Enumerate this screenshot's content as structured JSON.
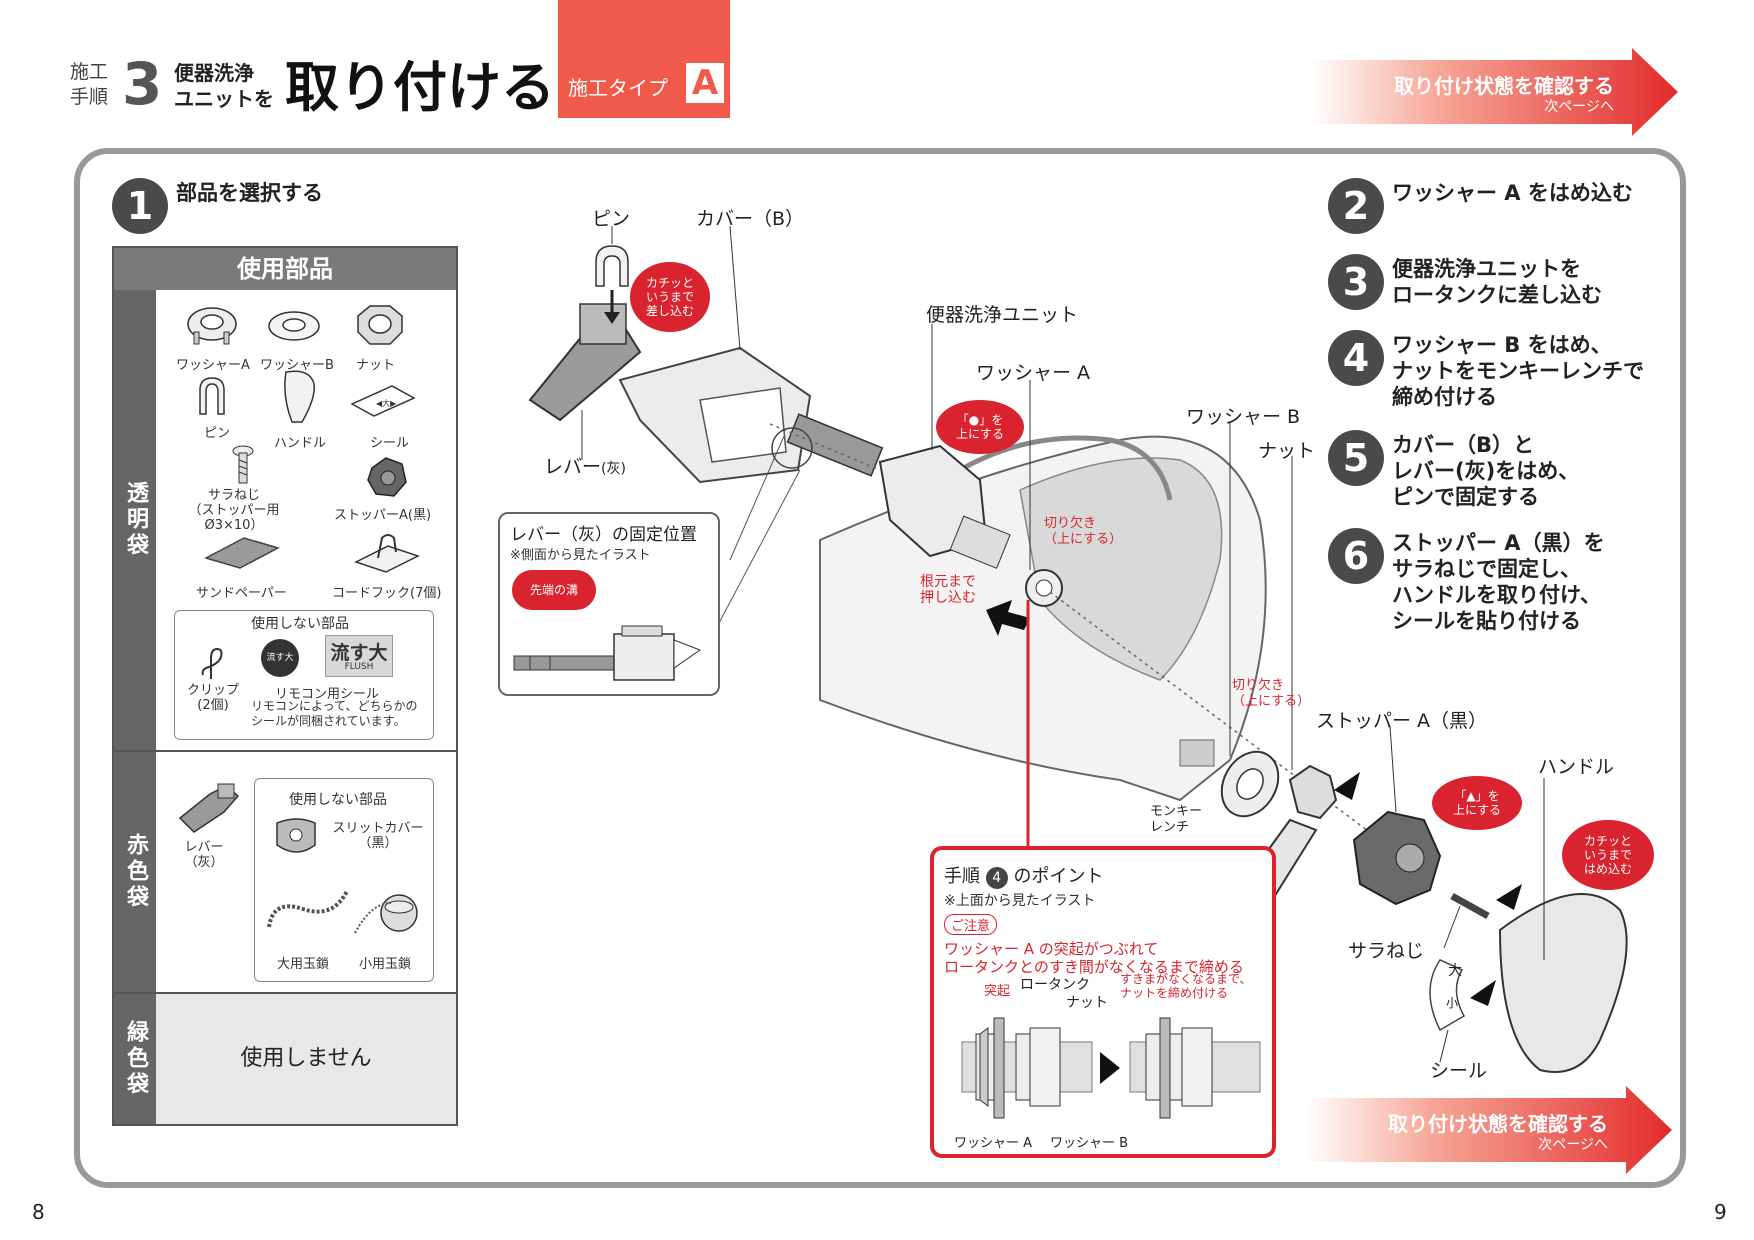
{
  "header": {
    "step_label": "施工\n手順",
    "step_number": "3",
    "subtitle": "便器洗浄\nユニットを",
    "title": "取り付ける",
    "type_label": "施工タイプ",
    "type_letter": "A"
  },
  "banner": {
    "main": "取り付け状態を確認する",
    "sub": "次ページへ"
  },
  "steps": [
    {
      "num": "1",
      "text": "部品を選択する"
    },
    {
      "num": "2",
      "text": "ワッシャー A をはめ込む"
    },
    {
      "num": "3",
      "text": "便器洗浄ユニットを\nロータンクに差し込む"
    },
    {
      "num": "4",
      "text": "ワッシャー B をはめ、\nナットをモンキーレンチで\n締め付ける"
    },
    {
      "num": "5",
      "text": "カバー（B）と\nレバー(灰)をはめ、\nピンで固定する"
    },
    {
      "num": "6",
      "text": "ストッパー A（黒）を\nサラねじで固定し、\nハンドルを取り付け、\nシールを貼り付ける"
    }
  ],
  "parts_table": {
    "title": "使用部品",
    "bags": {
      "clear": "透明袋",
      "red": "赤色袋",
      "green": "緑色袋"
    },
    "clear_parts": [
      "ワッシャーA",
      "ワッシャーB",
      "ナット",
      "ピン",
      "ハンドル",
      "シール",
      "サラねじ\n（ストッパー用Ø3×10）",
      "ストッパーA(黒)",
      "サンドペーパー",
      "コードフック(7個)"
    ],
    "clear_unused_title": "使用しない部品",
    "clear_unused": {
      "clip": "クリップ\n(2個)",
      "remote_seal": "リモコン用シール",
      "remote_note": "リモコンによって、どちらかの\nシールが同梱されています。",
      "seal_big": "流す大",
      "seal_flush": "FLUSH",
      "seal_round": "流す大"
    },
    "red_parts": [
      "レバー\n（灰）"
    ],
    "red_unused_title": "使用しない部品",
    "red_unused": [
      "スリットカバー\n（黒）",
      "大用玉鎖",
      "小用玉鎖"
    ],
    "green_text": "使用しません"
  },
  "diagram": {
    "pin": "ピン",
    "cover_b": "カバー（B）",
    "lever_gray": "レバー",
    "lever_gray_suffix": "(灰)",
    "unit": "便器洗浄ユニット",
    "washer_a": "ワッシャー A",
    "washer_b": "ワッシャー B",
    "nut": "ナット",
    "stopper_a": "ストッパー A（黒）",
    "handle": "ハンドル",
    "screw": "サラねじ",
    "seal": "シール",
    "wrench": "モンキー\nレンチ",
    "notch1": "切り欠き\n（上にする）",
    "notch2": "切り欠き\n（上にする）",
    "push_in": "根元まで\n押し込む",
    "bubble_click1": "カチッと\nいうまで\n差し込む",
    "bubble_circle": "「●」を\n上にする",
    "bubble_triangle": "「▲」を\n上にする",
    "bubble_click2": "カチッと\nいうまで\nはめ込む",
    "seal_big": "大",
    "seal_small": "小",
    "inset_title": "レバー（灰）の固定位置",
    "inset_note": "※側面から見たイラスト",
    "inset_bubble": "先端の溝"
  },
  "point_box": {
    "title_pre": "手順",
    "title_num": "4",
    "title_post": "のポイント",
    "note": "※上面から見たイラスト",
    "caution": "ご注意",
    "warning": "ワッシャー A の突起がつぶれて\nロータンクとのすき間がなくなるまで締める",
    "protrusion": "突起",
    "low_tank": "ロータンク",
    "nut": "ナット",
    "tighten": "すきまがなくなるまで、\nナットを締め付ける",
    "washer_a": "ワッシャー A",
    "washer_b": "ワッシャー B"
  },
  "pages": {
    "left": "8",
    "right": "9"
  },
  "colors": {
    "accent": "#d9232e",
    "header_red": "#f05a4a",
    "frame": "#999999"
  }
}
